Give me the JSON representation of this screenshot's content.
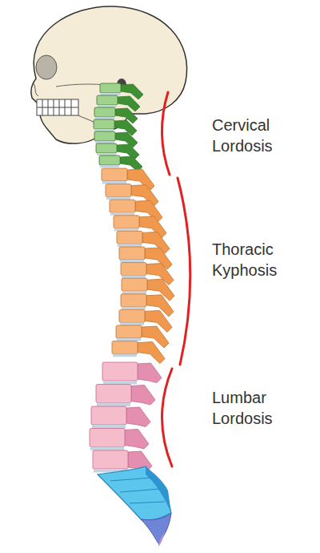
{
  "diagram": {
    "labels": [
      "Cervical Lordosis",
      "Thoracic Kyphosis",
      "Lumbar Lordosis"
    ]
  }
}
